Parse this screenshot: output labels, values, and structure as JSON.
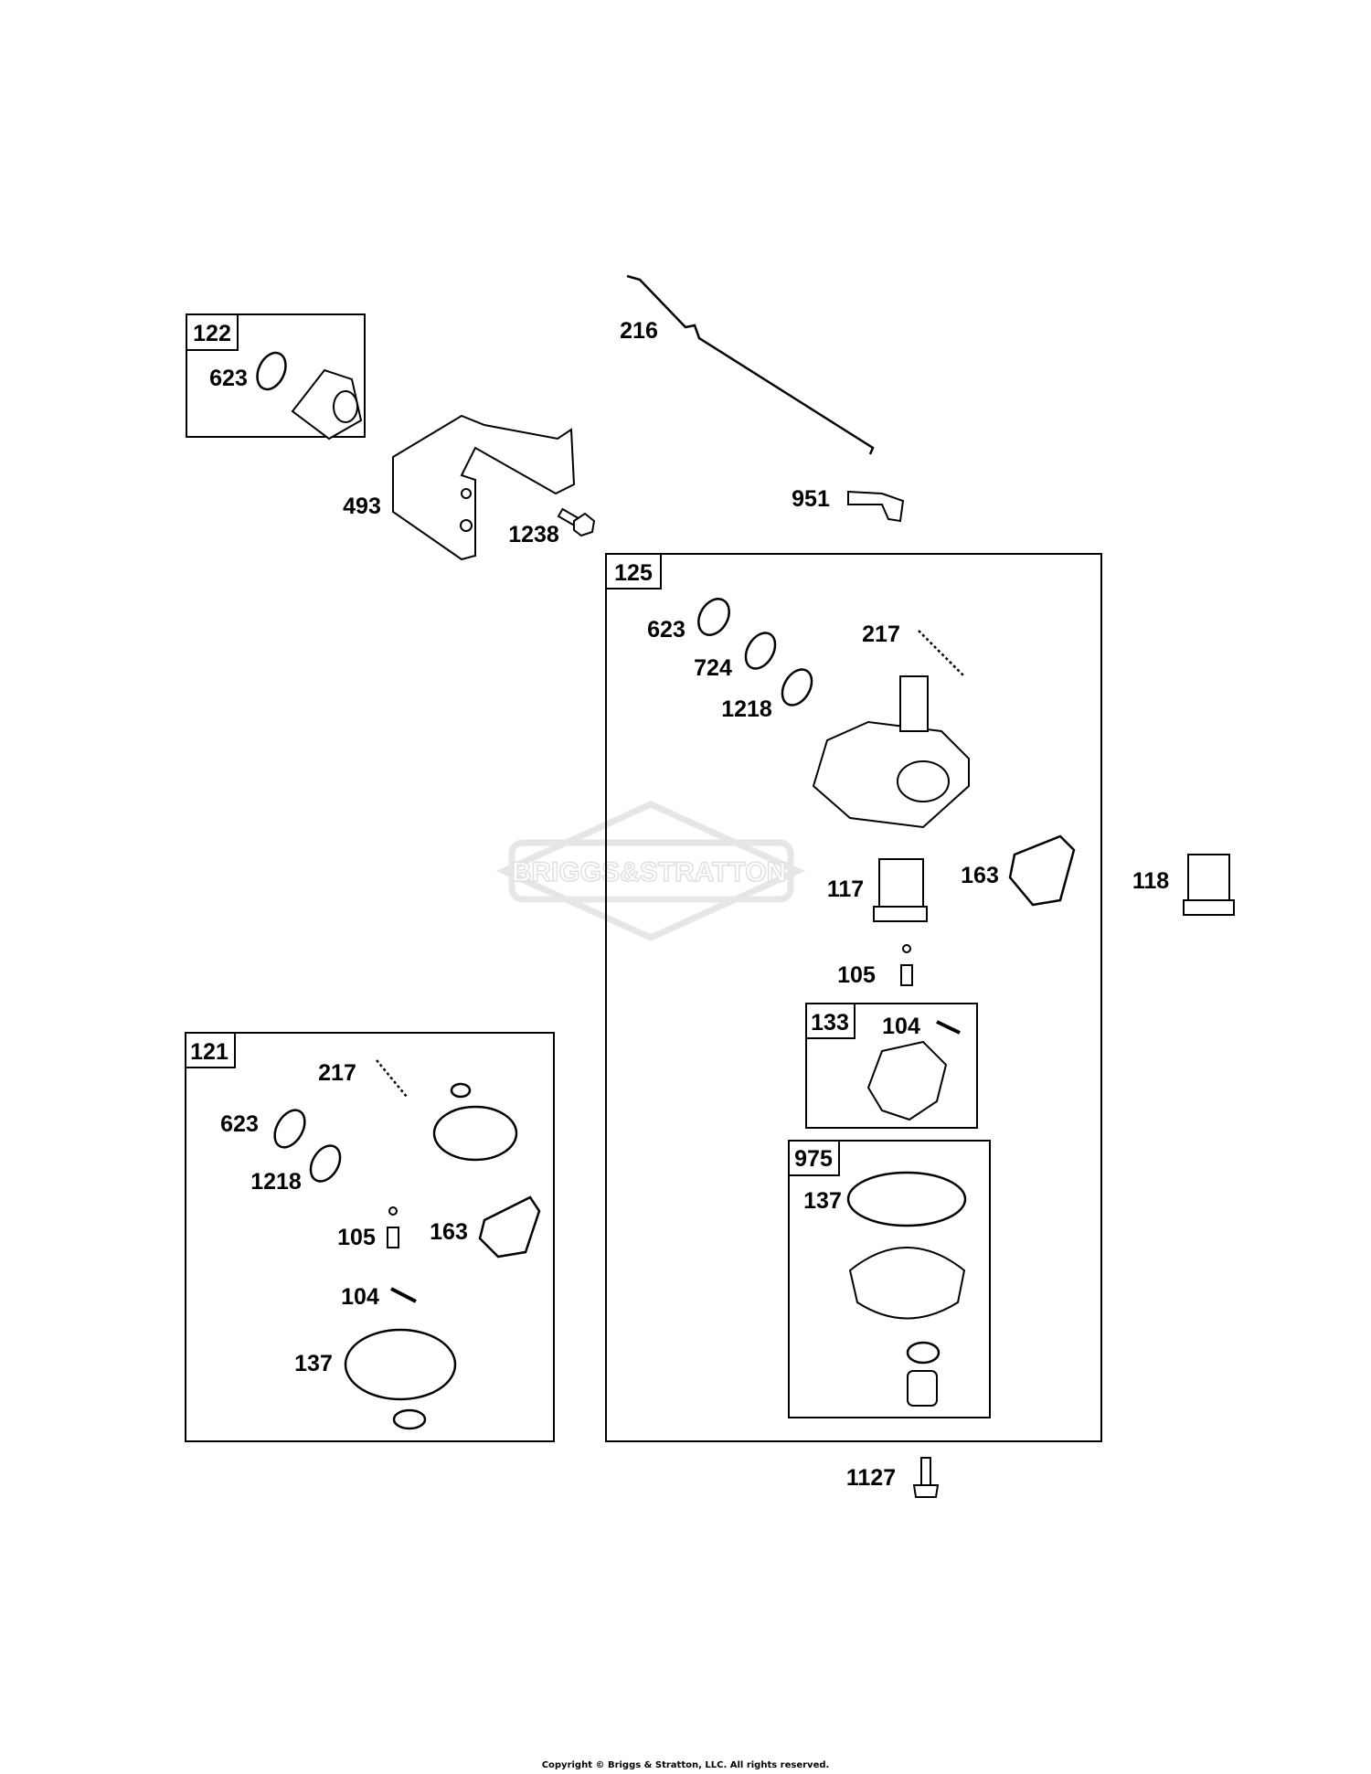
{
  "watermark": "BRIGGS&STRATTON",
  "copyright": "Copyright © Briggs & Stratton, LLC. All rights reserved.",
  "kits": [
    {
      "id": "122",
      "label": "122"
    },
    {
      "id": "125",
      "label": "125"
    },
    {
      "id": "121",
      "label": "121"
    },
    {
      "id": "133",
      "label": "133"
    },
    {
      "id": "975",
      "label": "975"
    }
  ],
  "callouts": {
    "c216": "216",
    "c623a": "623",
    "c493": "493",
    "c1238": "1238",
    "c951": "951",
    "c623b": "623",
    "c217a": "217",
    "c724": "724",
    "c1218a": "1218",
    "c117": "117",
    "c163a": "163",
    "c118": "118",
    "c105a": "105",
    "c104a": "104",
    "c137a": "137",
    "c217b": "217",
    "c623c": "623",
    "c1218b": "1218",
    "c105b": "105",
    "c163b": "163",
    "c104b": "104",
    "c137b": "137",
    "c1127": "1127"
  }
}
